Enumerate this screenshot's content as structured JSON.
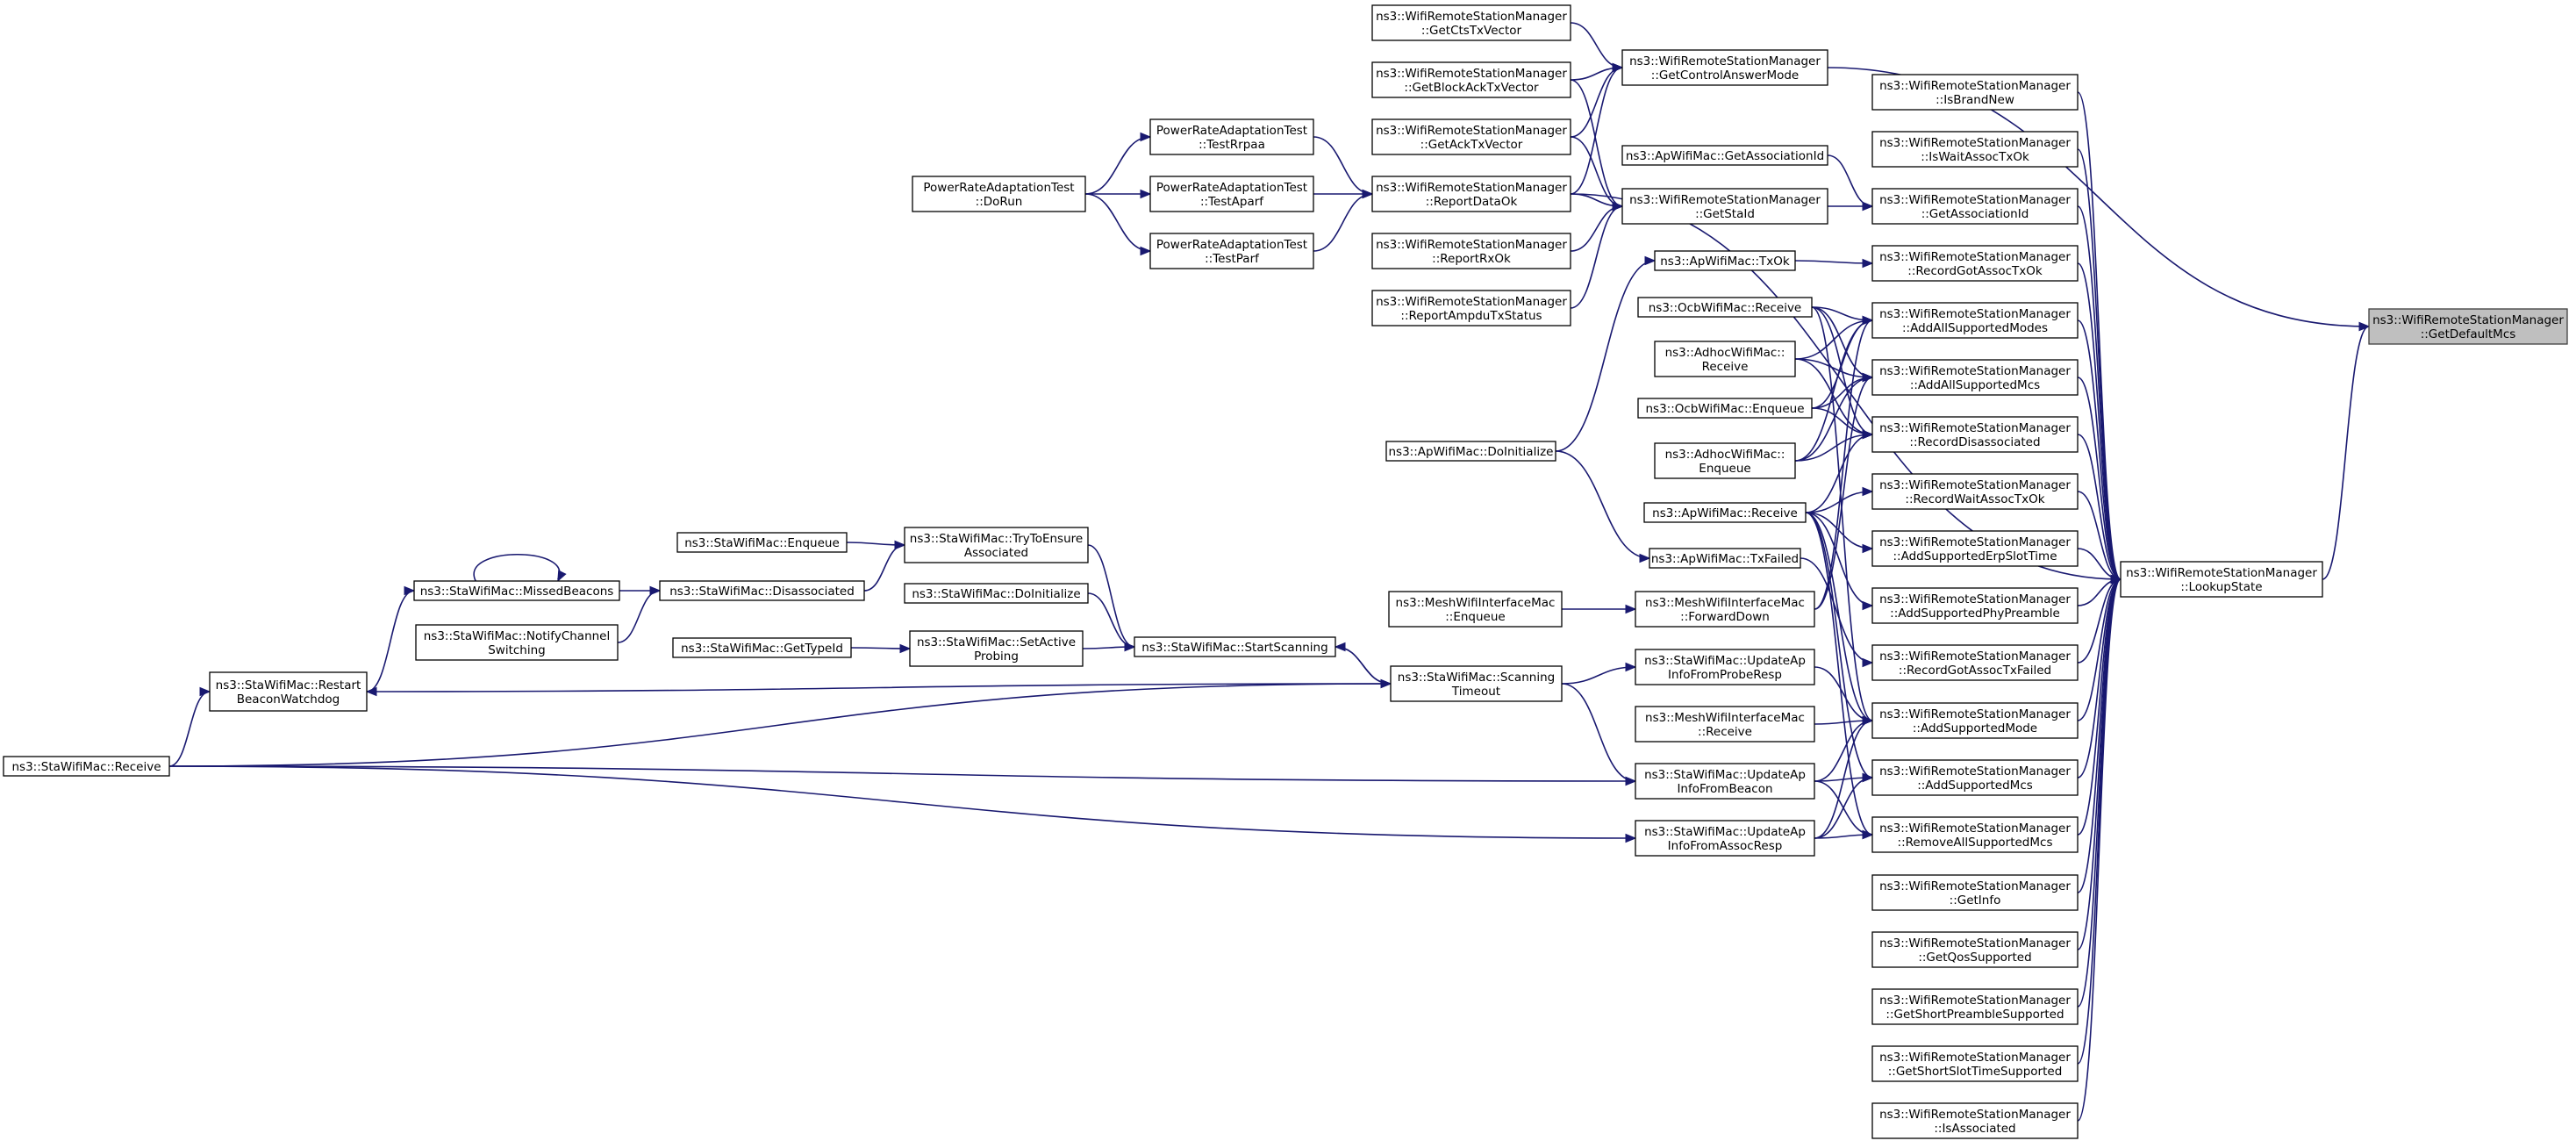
{
  "nodes": [
    {
      "id": "wrsm_GetDefaultMcs",
      "lines": [
        "ns3::WifiRemoteStationManager",
        "::GetDefaultMcs"
      ],
      "root": true
    },
    {
      "id": "wrsm_LookupState",
      "lines": [
        "ns3::WifiRemoteStationManager",
        "::LookupState"
      ]
    },
    {
      "id": "wrsm_GetCtsTxVector",
      "lines": [
        "ns3::WifiRemoteStationManager",
        "::GetCtsTxVector"
      ]
    },
    {
      "id": "wrsm_GetControlAnswerMode",
      "lines": [
        "ns3::WifiRemoteStationManager",
        "::GetControlAnswerMode"
      ]
    },
    {
      "id": "wrsm_GetBlockAckTxVector",
      "lines": [
        "ns3::WifiRemoteStationManager",
        "::GetBlockAckTxVector"
      ]
    },
    {
      "id": "wrsm_IsBrandNew",
      "lines": [
        "ns3::WifiRemoteStationManager",
        "::IsBrandNew"
      ]
    },
    {
      "id": "wrsm_GetAckTxVector",
      "lines": [
        "ns3::WifiRemoteStationManager",
        "::GetAckTxVector"
      ]
    },
    {
      "id": "ap_GetAssociationId",
      "lines": [
        "ns3::ApWifiMac::GetAssociationId"
      ]
    },
    {
      "id": "wrsm_IsWaitAssocTxOk",
      "lines": [
        "ns3::WifiRemoteStationManager",
        "::IsWaitAssocTxOk"
      ]
    },
    {
      "id": "prat_TestRrpaa",
      "lines": [
        "PowerRateAdaptationTest",
        "::TestRrpaa"
      ]
    },
    {
      "id": "prat_DoRun",
      "lines": [
        "PowerRateAdaptationTest",
        "::DoRun"
      ]
    },
    {
      "id": "prat_TestAparf",
      "lines": [
        "PowerRateAdaptationTest",
        "::TestAparf"
      ]
    },
    {
      "id": "prat_TestParf",
      "lines": [
        "PowerRateAdaptationTest",
        "::TestParf"
      ]
    },
    {
      "id": "wrsm_ReportDataOk",
      "lines": [
        "ns3::WifiRemoteStationManager",
        "::ReportDataOk"
      ]
    },
    {
      "id": "wrsm_GetStaId",
      "lines": [
        "ns3::WifiRemoteStationManager",
        "::GetStaId"
      ]
    },
    {
      "id": "wrsm_GetAssociationId",
      "lines": [
        "ns3::WifiRemoteStationManager",
        "::GetAssociationId"
      ]
    },
    {
      "id": "wrsm_ReportRxOk",
      "lines": [
        "ns3::WifiRemoteStationManager",
        "::ReportRxOk"
      ]
    },
    {
      "id": "ap_TxOk",
      "lines": [
        "ns3::ApWifiMac::TxOk"
      ]
    },
    {
      "id": "wrsm_RecordGotAssocTxOk",
      "lines": [
        "ns3::WifiRemoteStationManager",
        "::RecordGotAssocTxOk"
      ]
    },
    {
      "id": "wrsm_ReportAmpduTxStatus",
      "lines": [
        "ns3::WifiRemoteStationManager",
        "::ReportAmpduTxStatus"
      ]
    },
    {
      "id": "ocb_Receive",
      "lines": [
        "ns3::OcbWifiMac::Receive"
      ]
    },
    {
      "id": "wrsm_AddAllSupportedModes",
      "lines": [
        "ns3::WifiRemoteStationManager",
        "::AddAllSupportedModes"
      ]
    },
    {
      "id": "adhoc_Receive",
      "lines": [
        "ns3::AdhocWifiMac::",
        "Receive"
      ]
    },
    {
      "id": "wrsm_AddAllSupportedMcs",
      "lines": [
        "ns3::WifiRemoteStationManager",
        "::AddAllSupportedMcs"
      ]
    },
    {
      "id": "ocb_Enqueue",
      "lines": [
        "ns3::OcbWifiMac::Enqueue"
      ]
    },
    {
      "id": "wrsm_RecordDisassociated",
      "lines": [
        "ns3::WifiRemoteStationManager",
        "::RecordDisassociated"
      ]
    },
    {
      "id": "adhoc_Enqueue",
      "lines": [
        "ns3::AdhocWifiMac::",
        "Enqueue"
      ]
    },
    {
      "id": "ap_DoInitialize",
      "lines": [
        "ns3::ApWifiMac::DoInitialize"
      ]
    },
    {
      "id": "wrsm_RecordWaitAssocTxOk",
      "lines": [
        "ns3::WifiRemoteStationManager",
        "::RecordWaitAssocTxOk"
      ]
    },
    {
      "id": "ap_Receive",
      "lines": [
        "ns3::ApWifiMac::Receive"
      ]
    },
    {
      "id": "sta_Enqueue",
      "lines": [
        "ns3::StaWifiMac::Enqueue"
      ]
    },
    {
      "id": "sta_TryToEnsureAssociated",
      "lines": [
        "ns3::StaWifiMac::TryToEnsure",
        "Associated"
      ]
    },
    {
      "id": "wrsm_AddSupportedErpSlotTime",
      "lines": [
        "ns3::WifiRemoteStationManager",
        "::AddSupportedErpSlotTime"
      ]
    },
    {
      "id": "ap_TxFailed",
      "lines": [
        "ns3::ApWifiMac::TxFailed"
      ]
    },
    {
      "id": "sta_MissedBeacons",
      "lines": [
        "ns3::StaWifiMac::MissedBeacons"
      ]
    },
    {
      "id": "sta_Disassociated",
      "lines": [
        "ns3::StaWifiMac::Disassociated"
      ]
    },
    {
      "id": "sta_DoInitialize",
      "lines": [
        "ns3::StaWifiMac::DoInitialize"
      ]
    },
    {
      "id": "mesh_Enqueue",
      "lines": [
        "ns3::MeshWifiInterfaceMac",
        "::Enqueue"
      ]
    },
    {
      "id": "mesh_ForwardDown",
      "lines": [
        "ns3::MeshWifiInterfaceMac",
        "::ForwardDown"
      ]
    },
    {
      "id": "wrsm_AddSupportedPhyPreamble",
      "lines": [
        "ns3::WifiRemoteStationManager",
        "::AddSupportedPhyPreamble"
      ]
    },
    {
      "id": "sta_NotifyChannelSwitching",
      "lines": [
        "ns3::StaWifiMac::NotifyChannel",
        "Switching"
      ]
    },
    {
      "id": "sta_GetTypeId",
      "lines": [
        "ns3::StaWifiMac::GetTypeId"
      ]
    },
    {
      "id": "sta_SetActiveProbing",
      "lines": [
        "ns3::StaWifiMac::SetActive",
        "Probing"
      ]
    },
    {
      "id": "sta_StartScanning",
      "lines": [
        "ns3::StaWifiMac::StartScanning"
      ]
    },
    {
      "id": "sta_UpdateApInfoFromProbeResp",
      "lines": [
        "ns3::StaWifiMac::UpdateAp",
        "InfoFromProbeResp"
      ]
    },
    {
      "id": "wrsm_RecordGotAssocTxFailed",
      "lines": [
        "ns3::WifiRemoteStationManager",
        "::RecordGotAssocTxFailed"
      ]
    },
    {
      "id": "sta_RestartBeaconWatchdog",
      "lines": [
        "ns3::StaWifiMac::Restart",
        "BeaconWatchdog"
      ]
    },
    {
      "id": "sta_ScanningTimeout",
      "lines": [
        "ns3::StaWifiMac::Scanning",
        "Timeout"
      ]
    },
    {
      "id": "mesh_Receive",
      "lines": [
        "ns3::MeshWifiInterfaceMac",
        "::Receive"
      ]
    },
    {
      "id": "wrsm_AddSupportedMode",
      "lines": [
        "ns3::WifiRemoteStationManager",
        "::AddSupportedMode"
      ]
    },
    {
      "id": "sta_Receive",
      "lines": [
        "ns3::StaWifiMac::Receive"
      ]
    },
    {
      "id": "sta_UpdateApInfoFromBeacon",
      "lines": [
        "ns3::StaWifiMac::UpdateAp",
        "InfoFromBeacon"
      ]
    },
    {
      "id": "wrsm_AddSupportedMcs",
      "lines": [
        "ns3::WifiRemoteStationManager",
        "::AddSupportedMcs"
      ]
    },
    {
      "id": "sta_UpdateApInfoFromAssocResp",
      "lines": [
        "ns3::StaWifiMac::UpdateAp",
        "InfoFromAssocResp"
      ]
    },
    {
      "id": "wrsm_RemoveAllSupportedMcs",
      "lines": [
        "ns3::WifiRemoteStationManager",
        "::RemoveAllSupportedMcs"
      ]
    },
    {
      "id": "wrsm_GetInfo",
      "lines": [
        "ns3::WifiRemoteStationManager",
        "::GetInfo"
      ]
    },
    {
      "id": "wrsm_GetQosSupported",
      "lines": [
        "ns3::WifiRemoteStationManager",
        "::GetQosSupported"
      ]
    },
    {
      "id": "wrsm_GetShortPreambleSupported",
      "lines": [
        "ns3::WifiRemoteStationManager",
        "::GetShortPreambleSupported"
      ]
    },
    {
      "id": "wrsm_GetShortSlotTimeSupported",
      "lines": [
        "ns3::WifiRemoteStationManager",
        "::GetShortSlotTimeSupported"
      ]
    },
    {
      "id": "wrsm_IsAssociated",
      "lines": [
        "ns3::WifiRemoteStationManager",
        "::IsAssociated"
      ]
    }
  ],
  "edges": [
    [
      "wrsm_LookupState",
      "wrsm_GetDefaultMcs"
    ],
    [
      "wrsm_GetControlAnswerMode",
      "wrsm_GetDefaultMcs"
    ],
    [
      "wrsm_GetCtsTxVector",
      "wrsm_GetControlAnswerMode"
    ],
    [
      "wrsm_GetBlockAckTxVector",
      "wrsm_GetControlAnswerMode"
    ],
    [
      "wrsm_GetAckTxVector",
      "wrsm_GetControlAnswerMode"
    ],
    [
      "wrsm_ReportDataOk",
      "wrsm_GetControlAnswerMode"
    ],
    [
      "prat_DoRun",
      "prat_TestRrpaa"
    ],
    [
      "prat_DoRun",
      "prat_TestAparf"
    ],
    [
      "prat_DoRun",
      "prat_TestParf"
    ],
    [
      "prat_TestRrpaa",
      "wrsm_ReportDataOk"
    ],
    [
      "prat_TestAparf",
      "wrsm_ReportDataOk"
    ],
    [
      "prat_TestParf",
      "wrsm_ReportDataOk"
    ],
    [
      "wrsm_GetBlockAckTxVector",
      "wrsm_GetStaId"
    ],
    [
      "wrsm_GetAckTxVector",
      "wrsm_GetStaId"
    ],
    [
      "wrsm_ReportDataOk",
      "wrsm_GetStaId"
    ],
    [
      "wrsm_ReportRxOk",
      "wrsm_GetStaId"
    ],
    [
      "wrsm_ReportAmpduTxStatus",
      "wrsm_GetStaId"
    ],
    [
      "wrsm_GetStaId",
      "wrsm_GetAssociationId"
    ],
    [
      "ap_GetAssociationId",
      "wrsm_GetAssociationId"
    ],
    [
      "wrsm_IsBrandNew",
      "wrsm_LookupState"
    ],
    [
      "wrsm_IsWaitAssocTxOk",
      "wrsm_LookupState"
    ],
    [
      "wrsm_GetAssociationId",
      "wrsm_LookupState"
    ],
    [
      "wrsm_RecordGotAssocTxOk",
      "wrsm_LookupState"
    ],
    [
      "wrsm_AddAllSupportedModes",
      "wrsm_LookupState"
    ],
    [
      "wrsm_AddAllSupportedMcs",
      "wrsm_LookupState"
    ],
    [
      "wrsm_RecordDisassociated",
      "wrsm_LookupState"
    ],
    [
      "wrsm_RecordWaitAssocTxOk",
      "wrsm_LookupState"
    ],
    [
      "wrsm_AddSupportedErpSlotTime",
      "wrsm_LookupState"
    ],
    [
      "wrsm_AddSupportedPhyPreamble",
      "wrsm_LookupState"
    ],
    [
      "wrsm_RecordGotAssocTxFailed",
      "wrsm_LookupState"
    ],
    [
      "wrsm_AddSupportedMode",
      "wrsm_LookupState"
    ],
    [
      "wrsm_AddSupportedMcs",
      "wrsm_LookupState"
    ],
    [
      "wrsm_RemoveAllSupportedMcs",
      "wrsm_LookupState"
    ],
    [
      "wrsm_GetInfo",
      "wrsm_LookupState"
    ],
    [
      "wrsm_GetQosSupported",
      "wrsm_LookupState"
    ],
    [
      "wrsm_GetShortPreambleSupported",
      "wrsm_LookupState"
    ],
    [
      "wrsm_GetShortSlotTimeSupported",
      "wrsm_LookupState"
    ],
    [
      "wrsm_IsAssociated",
      "wrsm_LookupState"
    ],
    [
      "wrsm_ReportDataOk",
      "wrsm_LookupState"
    ],
    [
      "ap_TxOk",
      "wrsm_RecordGotAssocTxOk"
    ],
    [
      "ap_DoInitialize",
      "ap_TxOk"
    ],
    [
      "ap_DoInitialize",
      "ap_TxFailed"
    ],
    [
      "ocb_Receive",
      "wrsm_AddAllSupportedModes"
    ],
    [
      "ocb_Receive",
      "wrsm_AddAllSupportedMcs"
    ],
    [
      "ocb_Receive",
      "wrsm_RecordDisassociated"
    ],
    [
      "ocb_Receive",
      "wrsm_AddSupportedMode"
    ],
    [
      "adhoc_Receive",
      "wrsm_AddAllSupportedModes"
    ],
    [
      "adhoc_Receive",
      "wrsm_AddAllSupportedMcs"
    ],
    [
      "adhoc_Receive",
      "wrsm_RecordDisassociated"
    ],
    [
      "ocb_Enqueue",
      "wrsm_AddAllSupportedModes"
    ],
    [
      "ocb_Enqueue",
      "wrsm_AddAllSupportedMcs"
    ],
    [
      "ocb_Enqueue",
      "wrsm_RecordDisassociated"
    ],
    [
      "adhoc_Enqueue",
      "wrsm_AddAllSupportedModes"
    ],
    [
      "adhoc_Enqueue",
      "wrsm_AddAllSupportedMcs"
    ],
    [
      "adhoc_Enqueue",
      "wrsm_RecordDisassociated"
    ],
    [
      "ap_Receive",
      "wrsm_RecordDisassociated"
    ],
    [
      "ap_Receive",
      "wrsm_RecordWaitAssocTxOk"
    ],
    [
      "ap_Receive",
      "wrsm_AddSupportedErpSlotTime"
    ],
    [
      "ap_Receive",
      "wrsm_AddSupportedPhyPreamble"
    ],
    [
      "ap_Receive",
      "wrsm_AddSupportedMode"
    ],
    [
      "ap_Receive",
      "wrsm_AddSupportedMcs"
    ],
    [
      "ap_Receive",
      "wrsm_RemoveAllSupportedMcs"
    ],
    [
      "ap_TxFailed",
      "wrsm_RecordGotAssocTxFailed"
    ],
    [
      "mesh_Enqueue",
      "mesh_ForwardDown"
    ],
    [
      "mesh_ForwardDown",
      "wrsm_AddAllSupportedModes"
    ],
    [
      "mesh_ForwardDown",
      "wrsm_AddAllSupportedMcs"
    ],
    [
      "mesh_Receive",
      "wrsm_AddSupportedMode"
    ],
    [
      "sta_Enqueue",
      "sta_TryToEnsureAssociated"
    ],
    [
      "sta_Disassociated",
      "sta_TryToEnsureAssociated"
    ],
    [
      "sta_MissedBeacons",
      "sta_MissedBeacons"
    ],
    [
      "sta_MissedBeacons",
      "sta_Disassociated"
    ],
    [
      "sta_NotifyChannelSwitching",
      "sta_Disassociated"
    ],
    [
      "sta_RestartBeaconWatchdog",
      "sta_MissedBeacons"
    ],
    [
      "sta_Receive",
      "sta_RestartBeaconWatchdog"
    ],
    [
      "sta_ScanningTimeout",
      "sta_RestartBeaconWatchdog"
    ],
    [
      "sta_TryToEnsureAssociated",
      "sta_StartScanning"
    ],
    [
      "sta_DoInitialize",
      "sta_StartScanning"
    ],
    [
      "sta_SetActiveProbing",
      "sta_StartScanning"
    ],
    [
      "sta_GetTypeId",
      "sta_SetActiveProbing"
    ],
    [
      "sta_ScanningTimeout",
      "sta_StartScanning"
    ],
    [
      "sta_StartScanning",
      "sta_ScanningTimeout"
    ],
    [
      "sta_Receive",
      "sta_ScanningTimeout"
    ],
    [
      "sta_ScanningTimeout",
      "sta_UpdateApInfoFromProbeResp"
    ],
    [
      "sta_ScanningTimeout",
      "sta_UpdateApInfoFromBeacon"
    ],
    [
      "sta_Receive",
      "sta_UpdateApInfoFromBeacon"
    ],
    [
      "sta_Receive",
      "sta_UpdateApInfoFromAssocResp"
    ],
    [
      "sta_UpdateApInfoFromProbeResp",
      "wrsm_AddSupportedMode"
    ],
    [
      "sta_UpdateApInfoFromBeacon",
      "wrsm_AddSupportedMode"
    ],
    [
      "sta_UpdateApInfoFromBeacon",
      "wrsm_AddSupportedMcs"
    ],
    [
      "sta_UpdateApInfoFromBeacon",
      "wrsm_RemoveAllSupportedMcs"
    ],
    [
      "sta_UpdateApInfoFromAssocResp",
      "wrsm_AddSupportedMode"
    ],
    [
      "sta_UpdateApInfoFromAssocResp",
      "wrsm_AddSupportedMcs"
    ],
    [
      "sta_UpdateApInfoFromAssocResp",
      "wrsm_RemoveAllSupportedMcs"
    ]
  ],
  "colors": {
    "edge": "#191970",
    "root_fill": "#bfbfbf",
    "root_border": "#404040",
    "node_fill": "#ffffff",
    "node_border": "#000000"
  }
}
